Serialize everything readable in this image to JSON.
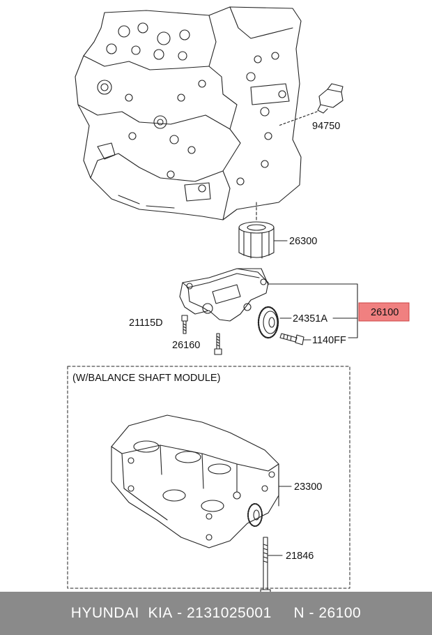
{
  "callouts": {
    "sensor": "94750",
    "filter": "26300",
    "sprocket": "24351A",
    "assembly": "26100",
    "stud": "21115D",
    "bolt_long": "26160",
    "bolt_flange": "1140FF",
    "balance_module": "23300",
    "balance_bolt": "21846"
  },
  "balance_box": {
    "title": "(W/BALANCE SHAFT MODULE)"
  },
  "footer": {
    "brand": "HYUNDAI  KIA",
    "sep1": " - ",
    "part_number": "2131025001",
    "gap": "     ",
    "n_label": "N",
    "sep2": " - ",
    "n_value": "26100"
  },
  "colors": {
    "highlight_fill": "#f08080",
    "highlight_border": "#c44",
    "footer_bg": "#8a8a8a",
    "line": "#222222"
  }
}
